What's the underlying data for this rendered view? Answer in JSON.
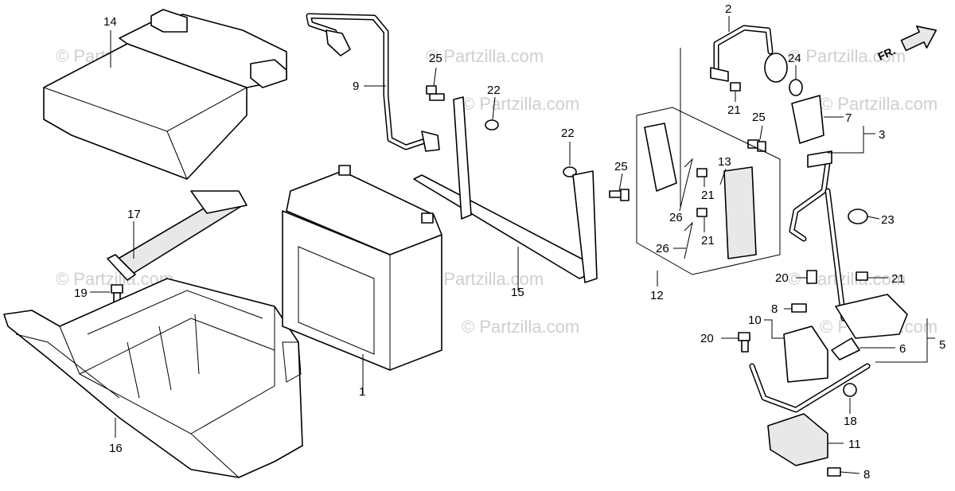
{
  "direction": {
    "label": "FR."
  },
  "watermark": {
    "text": "© Partzilla.com"
  },
  "callouts": {
    "c1": "1",
    "c2": "2",
    "c3": "3",
    "c5": "5",
    "c6": "6",
    "c7": "7",
    "c8a": "8",
    "c8b": "8",
    "c9": "9",
    "c10": "10",
    "c11": "11",
    "c12": "12",
    "c13": "13",
    "c14": "14",
    "c15": "15",
    "c16": "16",
    "c17": "17",
    "c18": "18",
    "c19": "19",
    "c20a": "20",
    "c20b": "20",
    "c21a": "21",
    "c21b": "21",
    "c21c": "21",
    "c21d": "21",
    "c22a": "22",
    "c22b": "22",
    "c23": "23",
    "c24": "24",
    "c25a": "25",
    "c25b": "25",
    "c25c": "25",
    "c26a": "26",
    "c26b": "26"
  }
}
